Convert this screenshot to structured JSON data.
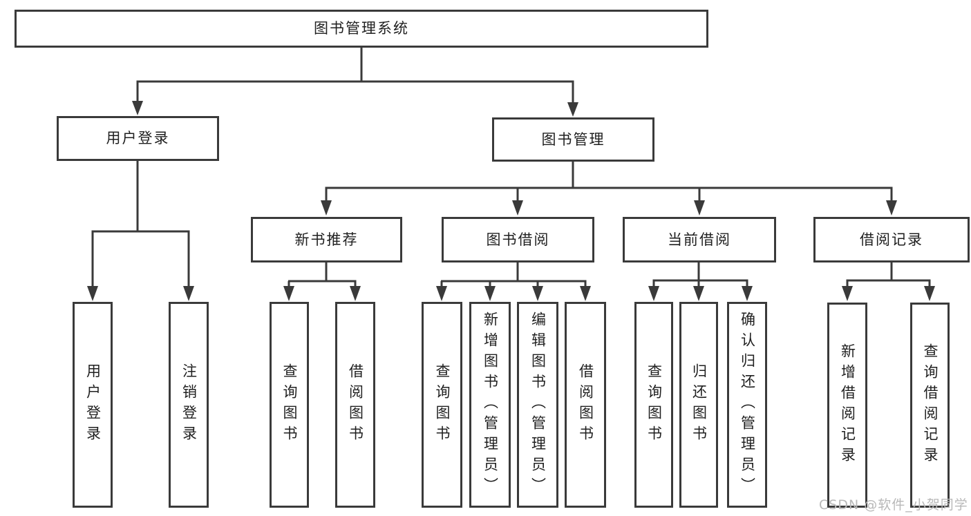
{
  "diagram": {
    "root": {
      "label": "图书管理系统"
    },
    "branches": [
      {
        "label": "用户登录"
      },
      {
        "label": "图书管理"
      }
    ],
    "login_features": [
      "用户登录",
      "注销登录"
    ],
    "modules": [
      {
        "label": "新书推荐",
        "features": [
          "查询图书",
          "借阅图书"
        ]
      },
      {
        "label": "图书借阅",
        "features": [
          "查询图书",
          "新增图书（管理员）",
          "编辑图书（管理员）",
          "借阅图书"
        ]
      },
      {
        "label": "当前借阅",
        "features": [
          "查询图书",
          "归还图书",
          "确认归还（管理员）"
        ]
      },
      {
        "label": "借阅记录",
        "features": [
          "新增借阅记录",
          "查询借阅记录"
        ]
      }
    ]
  },
  "watermark": {
    "text": "CSDN @软件_小贺同学"
  },
  "colors": {
    "line": "#3a3a3a",
    "text": "#1f1f1f",
    "watermark": "#b8b8b8",
    "background": "#ffffff"
  }
}
